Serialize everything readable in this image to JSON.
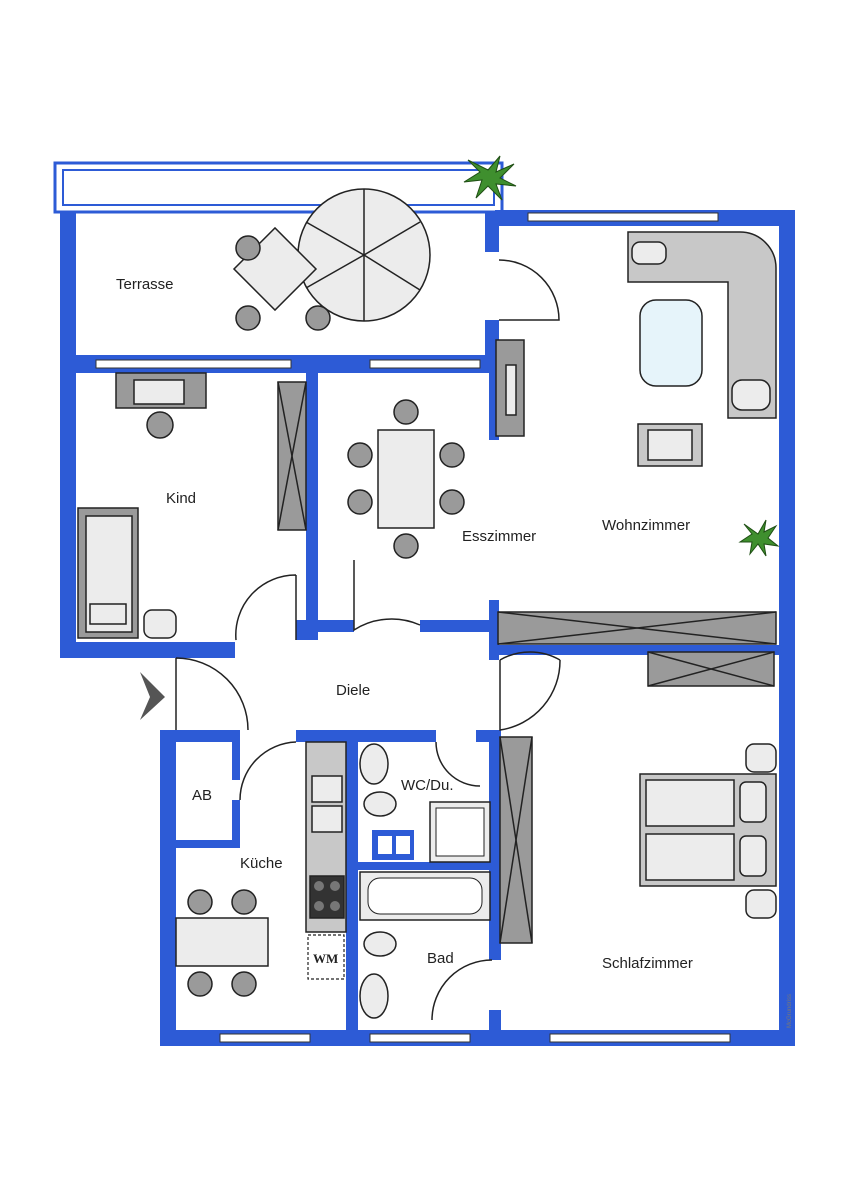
{
  "rooms": {
    "terrasse": "Terrasse",
    "kind": "Kind",
    "esszimmer": "Esszimmer",
    "wohnzimmer": "Wohnzimmer",
    "diele": "Diele",
    "ab": "AB",
    "wc": "WC/Du.",
    "kueche": "Küche",
    "bad": "Bad",
    "schlafzimmer": "Schlafzimmer"
  },
  "fixtures": {
    "wm": "WM"
  },
  "credit": "McGrundriss",
  "colors": {
    "wall": "#2d5bd6",
    "furniture": "#c8c8c8",
    "furniture_dark": "#9a9a9a",
    "plant": "#3f8f2e",
    "entrance_arrow": "#555555"
  },
  "icons": {
    "entrance": "entrance-arrow-icon",
    "plant": "plant-icon"
  }
}
